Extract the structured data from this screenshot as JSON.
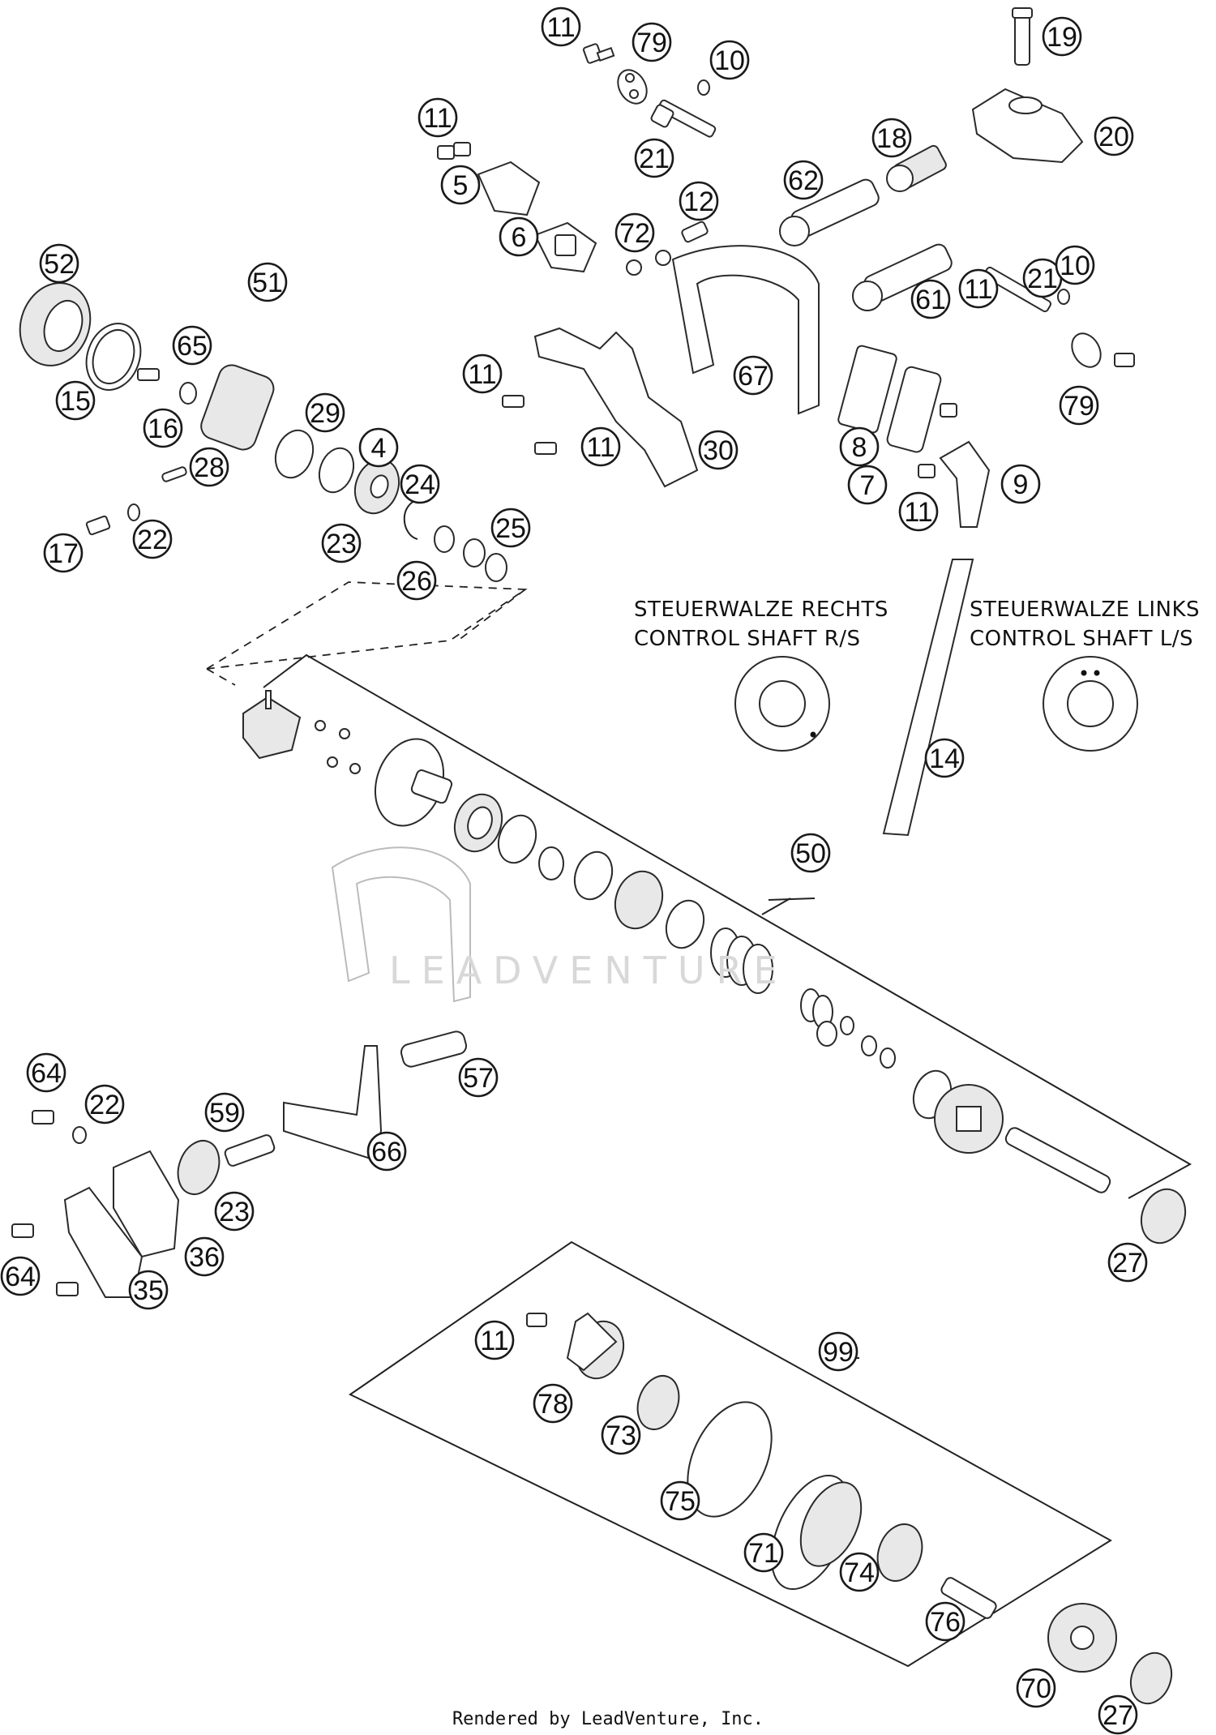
{
  "watermark": "LEADVENTURE",
  "footer": "Rendered by LeadVenture, Inc.",
  "notes": {
    "right_de": "STEUERWALZE RECHTS",
    "right_en": "CONTROL SHAFT R/S",
    "left_de": "STEUERWALZE LINKS",
    "left_en": "CONTROL SHAFT L/S"
  },
  "callouts": [
    "11",
    "79",
    "10",
    "19",
    "20",
    "11",
    "18",
    "21",
    "5",
    "62",
    "12",
    "72",
    "6",
    "52",
    "61",
    "21",
    "10",
    "65",
    "51",
    "15",
    "11",
    "67",
    "11",
    "79",
    "29",
    "16",
    "4",
    "11",
    "30",
    "8",
    "28",
    "24",
    "7",
    "9",
    "11",
    "17",
    "22",
    "23",
    "25",
    "26",
    "14",
    "50",
    "57",
    "64",
    "22",
    "59",
    "66",
    "23",
    "36",
    "64",
    "35",
    "27",
    "99",
    "11",
    "78",
    "73",
    "75",
    "71",
    "74",
    "76",
    "70",
    "27"
  ]
}
